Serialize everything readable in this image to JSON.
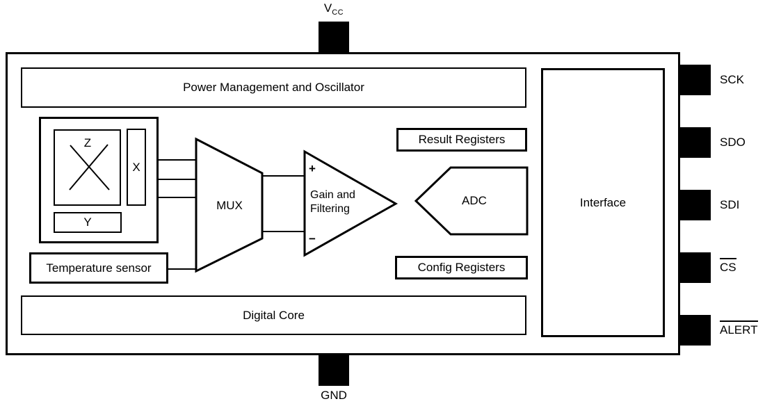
{
  "pins": {
    "vcc": {
      "main": "V",
      "sub": "CC"
    },
    "gnd": {
      "label": "GND"
    },
    "right": [
      {
        "label": "SCK",
        "overline": false
      },
      {
        "label": "SDO",
        "overline": false
      },
      {
        "label": "SDI",
        "overline": false
      },
      {
        "label": "CS",
        "overline": true
      },
      {
        "label": "ALERT",
        "overline": true
      }
    ]
  },
  "blocks": {
    "power": "Power Management and Oscillator",
    "temperature": "Temperature sensor",
    "digital_core": "Digital Core",
    "interface": "Interface",
    "result_registers": "Result Registers",
    "config_registers": "Config Registers",
    "mux": "MUX",
    "adc": "ADC",
    "gain_line1": "Gain and",
    "gain_line2": "Filtering",
    "plus": "+",
    "minus": "−",
    "axis_z": "Z",
    "axis_x": "X",
    "axis_y": "Y"
  },
  "colors": {
    "stroke": "#000000",
    "background": "#ffffff",
    "pin_fill": "#000000"
  }
}
